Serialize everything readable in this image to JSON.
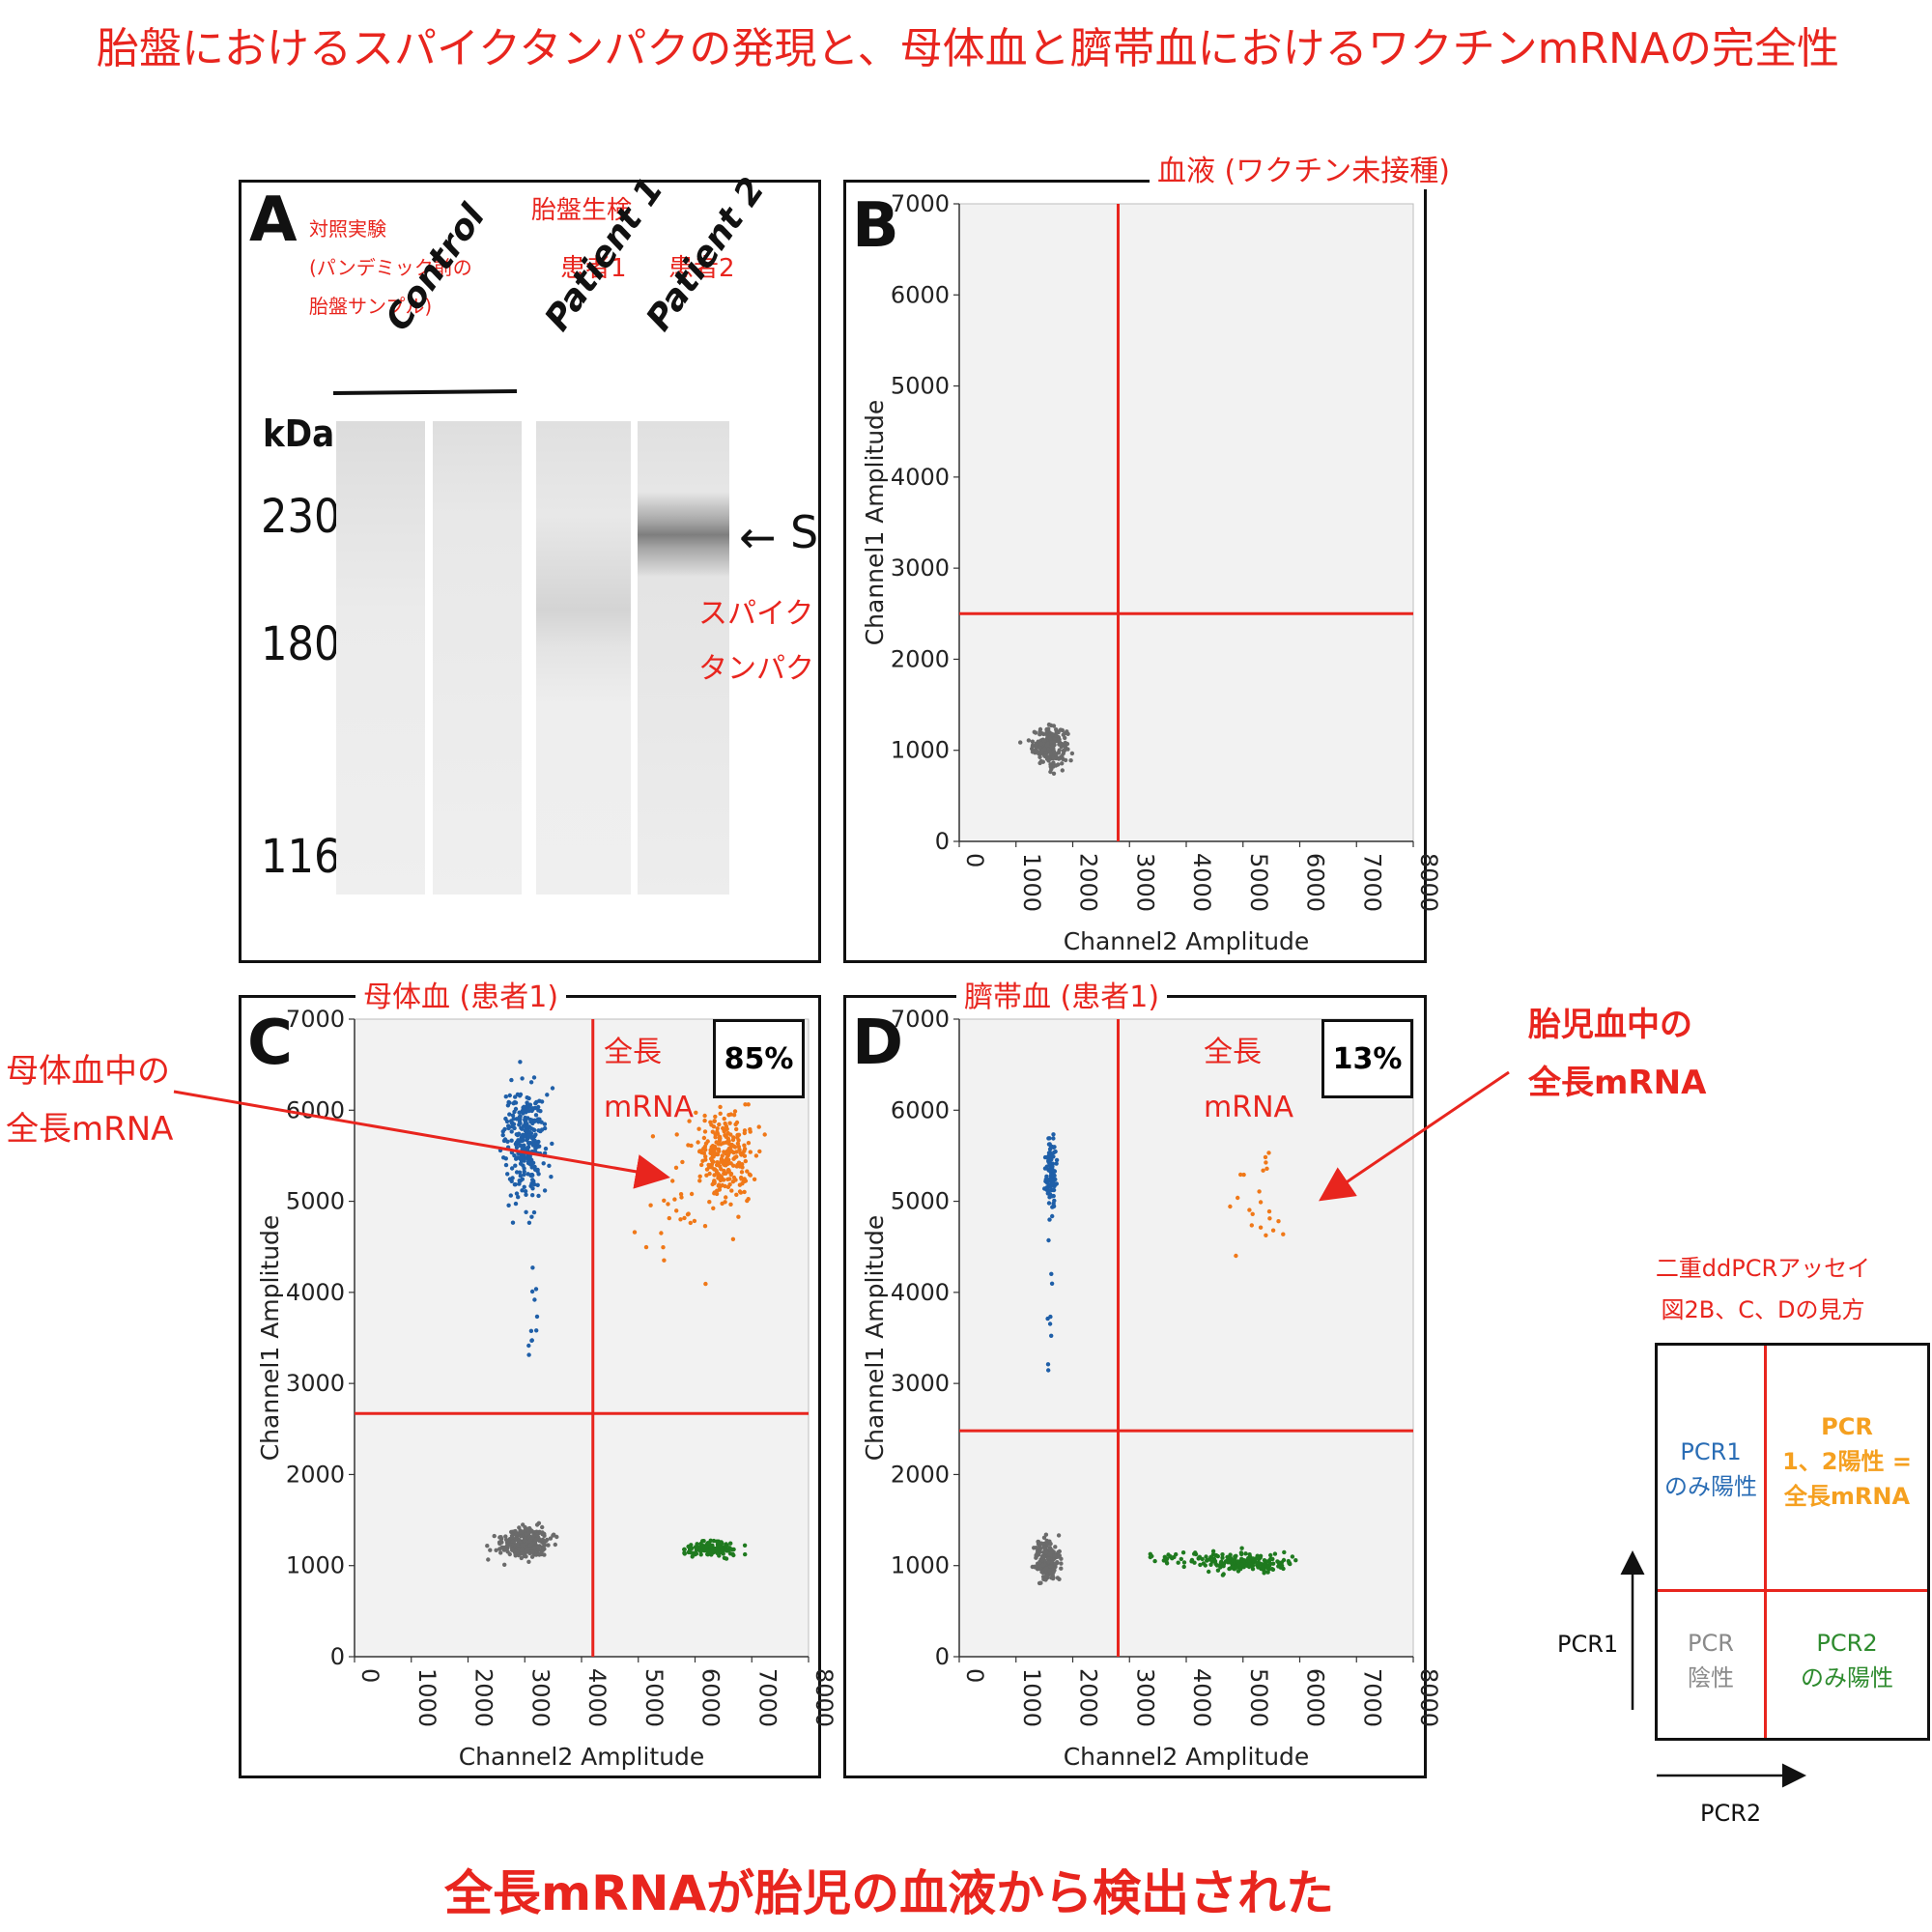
{
  "title": "胎盤におけるスパイクタンパクの発現と、母体血と臍帯血におけるワクチンmRNAの完全性",
  "bottom_title": "全長mRNAが胎児の血液から検出された",
  "panelA": {
    "letter": "A",
    "control_note": [
      "対照実験",
      "(パンデミック前の",
      "胎盤サンプル)"
    ],
    "biopsy_label": "胎盤生検",
    "patient1_jp": "患者1",
    "patient2_jp": "患者2",
    "samples": [
      "Control",
      "Patient 1",
      "Patient 2"
    ],
    "unit": "kDa",
    "markers": [
      "230",
      "180",
      "116"
    ],
    "band_label": "S",
    "spike_label": [
      "スパイク",
      "タンパク"
    ]
  },
  "panelB": {
    "letter": "B",
    "label": "血液 (ワクチン未接種)"
  },
  "panelC": {
    "letter": "C",
    "label": "母体血 (患者1)",
    "percent": "85%",
    "fullmrna_label": [
      "全長",
      "mRNA"
    ],
    "side_note": [
      "母体血中の",
      "全長mRNA"
    ]
  },
  "panelD": {
    "letter": "D",
    "label": "臍帯血 (患者1)",
    "percent": "13%",
    "fullmrna_label": [
      "全長",
      "mRNA"
    ],
    "side_note": [
      "胎児血中の",
      "全長mRNA"
    ]
  },
  "legend": {
    "title": [
      "二重ddPCRアッセイ",
      "図2B、C、Dの見方"
    ],
    "q_tl": [
      "PCR1",
      "のみ陽性"
    ],
    "q_tr": [
      "PCR",
      "1、2陽性 =",
      "全長mRNA"
    ],
    "q_bl": [
      "PCR",
      "陰性"
    ],
    "q_br": [
      "PCR2",
      "のみ陽性"
    ],
    "y_axis": "PCR1",
    "x_axis": "PCR2",
    "colors": {
      "tl": "#2a6db5",
      "tr": "#f5a020",
      "bl": "#8a8a8a",
      "br": "#2e8b2e"
    }
  },
  "chart_data": [
    {
      "type": "scatter",
      "panel": "B",
      "xlabel": "Channel2 Amplitude",
      "ylabel": "Channel1 Amplitude",
      "xlim": [
        0,
        8000
      ],
      "ylim": [
        0,
        7000
      ],
      "xticks": [
        "0",
        "1000",
        "2000",
        "3000",
        "4000",
        "5000",
        "6000",
        "7000",
        "8000"
      ],
      "yticks": [
        "0",
        "1000",
        "2000",
        "3000",
        "4000",
        "5000",
        "6000",
        "7000"
      ],
      "threshold_x": 2800,
      "threshold_y": 2500,
      "clusters": [
        {
          "name": "negative",
          "color": "#6b6b6b",
          "cx": 1600,
          "cy": 1050,
          "sx": 150,
          "sy": 100,
          "n": 220
        }
      ]
    },
    {
      "type": "scatter",
      "panel": "C",
      "xlabel": "Channel2 Amplitude",
      "ylabel": "Channel1 Amplitude",
      "xlim": [
        0,
        8000
      ],
      "ylim": [
        0,
        7000
      ],
      "xticks": [
        "0",
        "1000",
        "2000",
        "3000",
        "4000",
        "5000",
        "6000",
        "7000",
        "8000"
      ],
      "yticks": [
        "0",
        "1000",
        "2000",
        "3000",
        "4000",
        "5000",
        "6000",
        "7000"
      ],
      "threshold_x": 4200,
      "threshold_y": 2670,
      "clusters": [
        {
          "name": "negative",
          "color": "#6b6b6b",
          "cx": 3000,
          "cy": 1250,
          "sx": 200,
          "sy": 80,
          "n": 350
        },
        {
          "name": "PCR1 only",
          "color": "#1f5fa8",
          "cx": 3000,
          "cy": 5650,
          "sx": 180,
          "sy": 280,
          "n": 300
        },
        {
          "name": "PCR1 only tail",
          "color": "#1f5fa8",
          "cx": 3150,
          "cy": 3800,
          "sx": 60,
          "sy": 450,
          "n": 12
        },
        {
          "name": "full mRNA",
          "color": "#f07818",
          "cx": 6500,
          "cy": 5500,
          "sx": 250,
          "sy": 250,
          "n": 260
        },
        {
          "name": "full mRNA tail",
          "color": "#f07818",
          "cx": 5800,
          "cy": 4900,
          "sx": 400,
          "sy": 300,
          "n": 30
        },
        {
          "name": "PCR2 only",
          "color": "#1f7a1f",
          "cx": 6300,
          "cy": 1180,
          "sx": 250,
          "sy": 45,
          "n": 120
        }
      ]
    },
    {
      "type": "scatter",
      "panel": "D",
      "xlabel": "Channel2 Amplitude",
      "ylabel": "Channel1 Amplitude",
      "xlim": [
        0,
        8000
      ],
      "ylim": [
        0,
        7000
      ],
      "xticks": [
        "0",
        "1000",
        "2000",
        "3000",
        "4000",
        "5000",
        "6000",
        "7000",
        "8000"
      ],
      "yticks": [
        "0",
        "1000",
        "2000",
        "3000",
        "4000",
        "5000",
        "6000",
        "7000"
      ],
      "threshold_x": 2800,
      "threshold_y": 2480,
      "clusters": [
        {
          "name": "negative",
          "color": "#6b6b6b",
          "cx": 1550,
          "cy": 1050,
          "sx": 110,
          "sy": 110,
          "n": 220
        },
        {
          "name": "PCR1 only",
          "color": "#1f5fa8",
          "cx": 1620,
          "cy": 5300,
          "sx": 45,
          "sy": 220,
          "n": 110
        },
        {
          "name": "PCR1 only tail",
          "color": "#1f5fa8",
          "cx": 1600,
          "cy": 3600,
          "sx": 40,
          "sy": 300,
          "n": 8
        },
        {
          "name": "full mRNA",
          "color": "#f07818",
          "cx": 5200,
          "cy": 4900,
          "sx": 300,
          "sy": 350,
          "n": 22
        },
        {
          "name": "PCR2 only",
          "color": "#1f7a1f",
          "cx": 5000,
          "cy": 1030,
          "sx": 400,
          "sy": 50,
          "n": 200
        },
        {
          "name": "PCR2 only tail",
          "color": "#1f7a1f",
          "cx": 3700,
          "cy": 1100,
          "sx": 350,
          "sy": 40,
          "n": 25
        }
      ]
    }
  ]
}
